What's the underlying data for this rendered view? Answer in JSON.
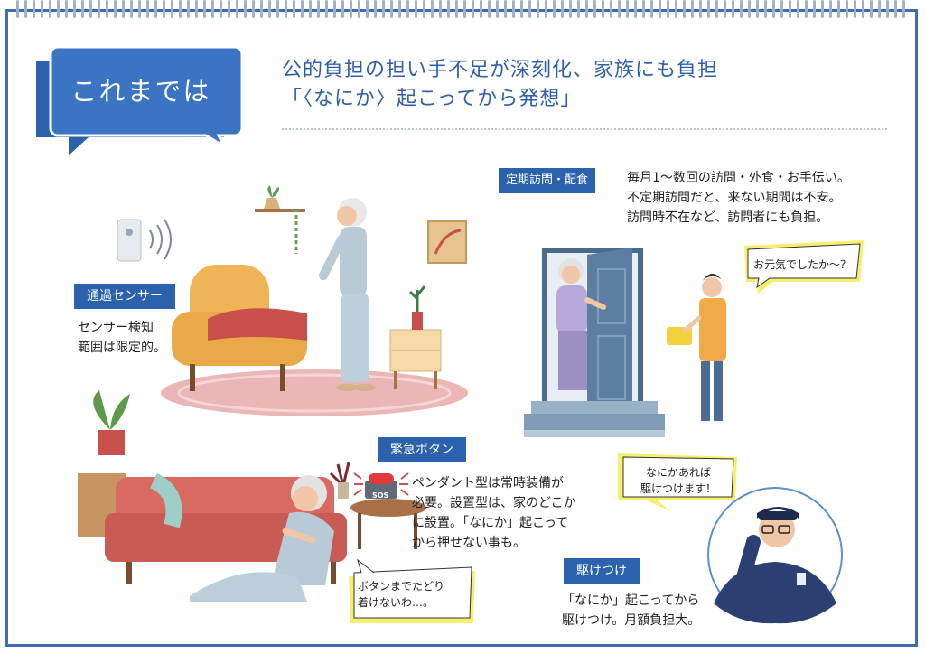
{
  "header": {
    "badge": "これまでは",
    "title_line1": "公的負担の担い手不足が深刻化、家族にも負担",
    "title_line2": "「〈なにか〉起こってから発想」"
  },
  "sections": {
    "sensor": {
      "tag": "通過センサー",
      "desc": "センサー検知\n範囲は限定的。"
    },
    "visit": {
      "tag": "定期訪問・配食",
      "desc": "毎月1～数回の訪問・外食・お手伝い。\n不定期訪問だと、来ない期間は不安。\n訪問時不在など、訪問者にも負担。",
      "bubble": "お元気でしたか～？"
    },
    "emergency": {
      "tag": "緊急ボタン",
      "desc": "ペンダント型は常時装備が\n必要。設置型は、家のどこか\nに設置。「なにか」起こって\nから押せない事も。",
      "bubble": "ボタンまでたどり\n着けないわ…。",
      "sos": "SOS"
    },
    "rush": {
      "tag": "駆けつけ",
      "desc": "「なにか」起こってから\n駆けつけ。月額負担大。",
      "bubble": "なにかあれば\n駆けつけます！"
    }
  },
  "colors": {
    "accent_blue": "#2b62ad",
    "frame_blue": "#3f6cb4",
    "highlight_yellow": "#f6ef6e"
  }
}
